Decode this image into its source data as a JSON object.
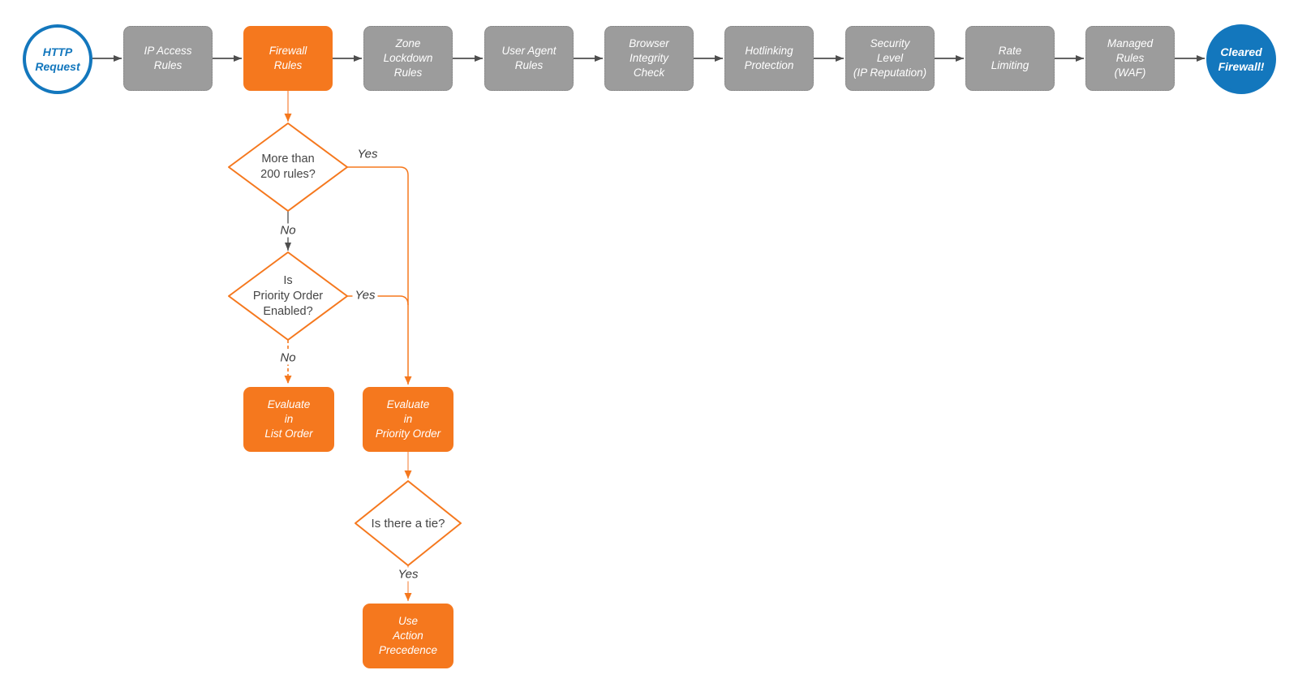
{
  "colors": {
    "orange": "#f5781e",
    "gray_fill": "#9c9c9c",
    "blue": "#1377bd",
    "line_gray": "#4e4e4e"
  },
  "start_node": {
    "line1": "HTTP",
    "line2": "Request"
  },
  "end_node": {
    "line1": "Cleared",
    "line2": "Firewall!"
  },
  "pipeline": [
    {
      "name": "ip-access-rules",
      "lines": [
        "IP Access",
        "Rules"
      ]
    },
    {
      "name": "firewall-rules",
      "lines": [
        "Firewall",
        "Rules"
      ]
    },
    {
      "name": "zone-lockdown-rules",
      "lines": [
        "Zone",
        "Lockdown",
        "Rules"
      ]
    },
    {
      "name": "user-agent-rules",
      "lines": [
        "User Agent",
        "Rules"
      ]
    },
    {
      "name": "browser-integrity-check",
      "lines": [
        "Browser",
        "Integrity",
        "Check"
      ]
    },
    {
      "name": "hotlinking-protection",
      "lines": [
        "Hotlinking",
        "Protection"
      ]
    },
    {
      "name": "security-level-ip-reputation",
      "lines": [
        "Security",
        "Level",
        "(IP Reputation)"
      ]
    },
    {
      "name": "rate-limiting",
      "lines": [
        "Rate",
        "Limiting"
      ]
    },
    {
      "name": "managed-rules-waf",
      "lines": [
        "Managed",
        "Rules",
        "(WAF)"
      ]
    }
  ],
  "decisions": {
    "rules_count": {
      "line1": "More than",
      "line2": "200 rules?"
    },
    "priority_enabled": {
      "line1": "Is",
      "line2": "Priority Order",
      "line3": "Enabled?"
    },
    "tie": {
      "line1": "Is there a tie?"
    }
  },
  "branch_labels": {
    "rules_yes": "Yes",
    "rules_no": "No",
    "priority_yes": "Yes",
    "priority_no": "No",
    "tie_yes": "Yes"
  },
  "actions": {
    "list_order": {
      "line1": "Evaluate",
      "line2": "in",
      "line3": "List Order"
    },
    "priority_order": {
      "line1": "Evaluate",
      "line2": "in",
      "line3": "Priority Order"
    },
    "action_precedence": {
      "line1": "Use",
      "line2": "Action",
      "line3": "Precedence"
    }
  }
}
